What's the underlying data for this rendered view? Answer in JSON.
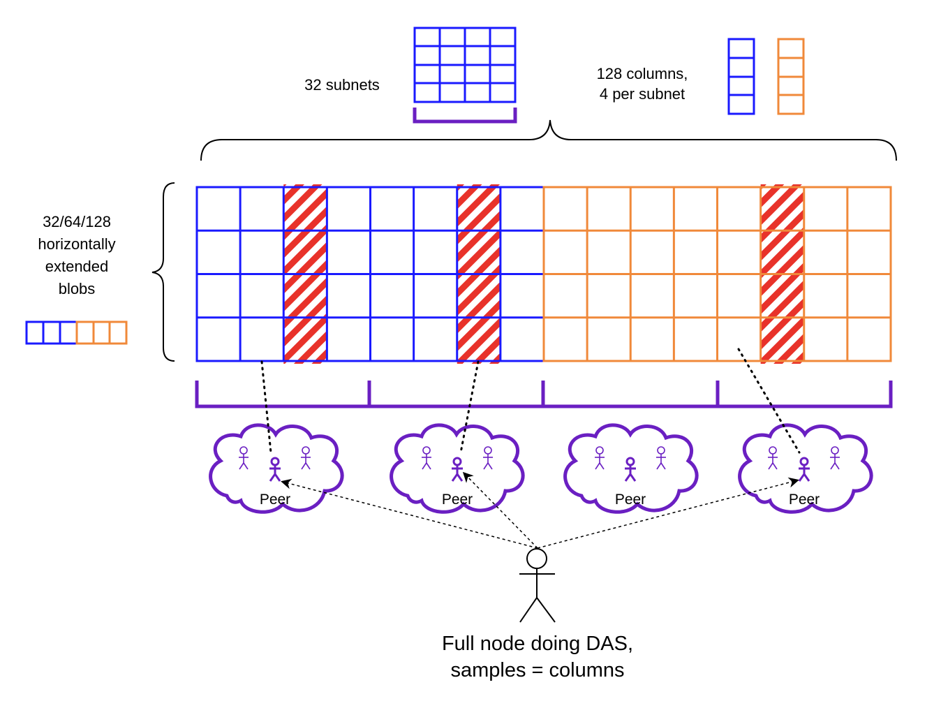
{
  "labels": {
    "subnets": "32 subnets",
    "columns_line1": "128 columns,",
    "columns_line2": "4 per subnet",
    "blobs_line1": "32/64/128",
    "blobs_line2": "horizontally",
    "blobs_line3": "extended",
    "blobs_line4": "blobs",
    "node_line1": "Full node doing DAS,",
    "node_line2": "samples = columns"
  },
  "peers": [
    {
      "label": "Peer"
    },
    {
      "label": "Peer"
    },
    {
      "label": "Peer"
    },
    {
      "label": "Peer"
    }
  ],
  "colors": {
    "original": "#1a1aff",
    "extended": "#f0893a",
    "subnet": "#6a1fc2",
    "sampled": "#e8322a"
  },
  "grid": {
    "rows": 4,
    "original_columns": 8,
    "extended_columns": 8,
    "sampled_columns": [
      2,
      6,
      13
    ]
  }
}
